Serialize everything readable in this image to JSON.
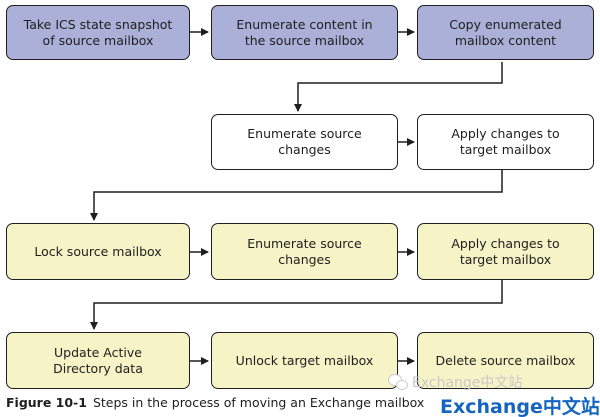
{
  "diagram": {
    "steps": [
      {
        "id": "ics-snapshot",
        "label_line1": "Take ICS state snapshot",
        "label_line2": "of source mailbox",
        "style": "blue"
      },
      {
        "id": "enum-content",
        "label_line1": "Enumerate content in",
        "label_line2": "the source mailbox",
        "style": "blue"
      },
      {
        "id": "copy-content",
        "label_line1": "Copy enumerated",
        "label_line2": "mailbox content",
        "style": "blue"
      },
      {
        "id": "enum-changes-1",
        "label_line1": "Enumerate source",
        "label_line2": "changes",
        "style": "white"
      },
      {
        "id": "apply-changes-1",
        "label_line1": "Apply changes to",
        "label_line2": "target mailbox",
        "style": "white"
      },
      {
        "id": "lock-source",
        "label_line1": "Lock source mailbox",
        "label_line2": "",
        "style": "yellow"
      },
      {
        "id": "enum-changes-2",
        "label_line1": "Enumerate source",
        "label_line2": "changes",
        "style": "yellow"
      },
      {
        "id": "apply-changes-2",
        "label_line1": "Apply changes to",
        "label_line2": "target mailbox",
        "style": "yellow"
      },
      {
        "id": "update-ad",
        "label_line1": "Update Active",
        "label_line2": "Directory data",
        "style": "yellow"
      },
      {
        "id": "unlock-target",
        "label_line1": "Unlock target mailbox",
        "label_line2": "",
        "style": "yellow"
      },
      {
        "id": "delete-source",
        "label_line1": "Delete source mailbox",
        "label_line2": "",
        "style": "yellow"
      }
    ],
    "colors": {
      "blue_fill": "#aab0d7",
      "yellow_fill": "#f6f3c7",
      "white_fill": "#ffffff",
      "stroke": "#1f1f1f"
    }
  },
  "caption": {
    "label": "Figure 10-1",
    "text": "Steps in the process of moving an Exchange mailbox"
  },
  "watermark": {
    "small": "Exchange中文站",
    "big": "Exchange中文站",
    "icon": "wechat-icon"
  }
}
